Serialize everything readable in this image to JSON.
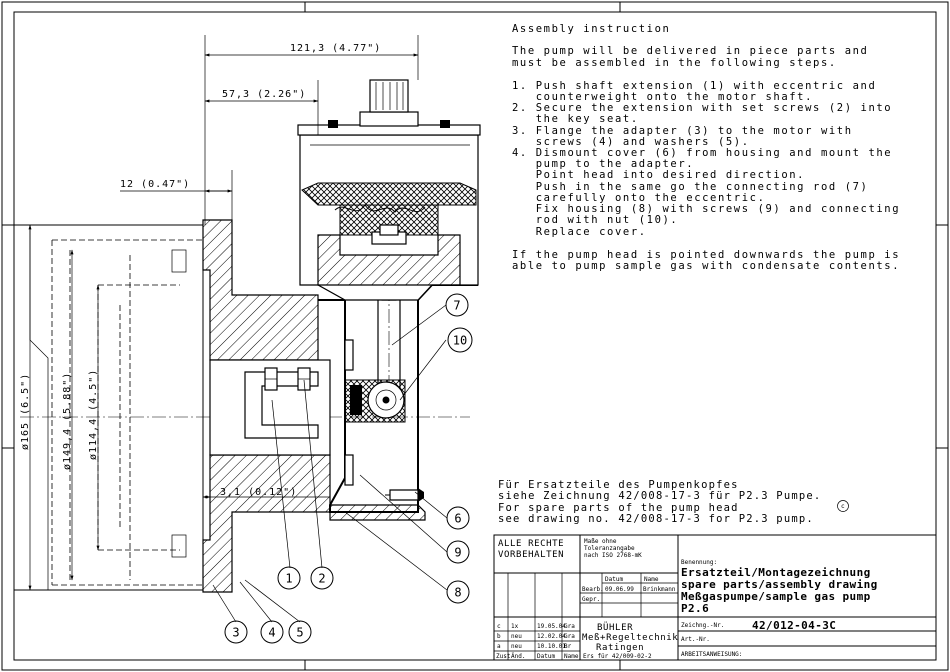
{
  "instructions": {
    "title": "Assembly instruction",
    "intro": [
      "The pump will be delivered in piece parts and",
      "must be assembled in the following steps."
    ],
    "steps": [
      "1. Push shaft extension (1) with eccentric and",
      "   counterweight onto the motor shaft.",
      "2. Secure the extension with set screws (2) into",
      "   the key seat.",
      "3. Flange the adapter (3) to the motor with",
      "   screws (4) and washers (5).",
      "4. Dismount cover (6) from housing and mount the",
      "   pump to the adapter.",
      "   Point head into desired direction.",
      "   Push in the same go the connecting rod (7)",
      "   carefully onto the eccentric.",
      "   Fix housing (8) with screws (9) and connecting",
      "   rod with nut (10).",
      "   Replace cover."
    ],
    "note": [
      "If the pump head is pointed downwards the pump is",
      "able to pump sample gas with condensate contents."
    ]
  },
  "spare_note": [
    "Für Ersatzteile des Pumpenkopfes",
    "siehe Zeichnung 42/008-17-3 für P2.3 Pumpe.",
    "For spare parts of the pump head",
    "see drawing no. 42/008-17-3 for P2.3 pump."
  ],
  "copyright_mark": "c",
  "dimensions": {
    "d1213": "121,3 (4.77\")",
    "d573": "57,3 (2.26\")",
    "d12": "12 (0.47\")",
    "d31": "3,1 (0.12\")",
    "d165": "ø165 (6.5\")",
    "d1494": "ø149,4 (5.88\")",
    "d1144": "ø114,4 (4.5\")"
  },
  "balloons": [
    "1",
    "2",
    "3",
    "4",
    "5",
    "6",
    "7",
    "8",
    "9",
    "10"
  ],
  "title_block": {
    "rights": [
      "ALLE RECHTE",
      "VORBEHALTEN"
    ],
    "tolerance": [
      "Maße ohne",
      "Toleranzangabe",
      "nach ISO 2768-mK"
    ],
    "col_datum": "Datum",
    "col_name": "Name",
    "bearb": "Bearb.",
    "bearb_date": "09.06.99",
    "bearb_name": "Brinkmann",
    "gepr": "Gepr.",
    "benennung_label": "Benennung:",
    "title_lines": [
      "Ersatzteil/Montagezeichnung",
      "spare parts/assembly drawing",
      "Meßgaspumpe/sample gas pump",
      "P2.6"
    ],
    "company": [
      "BÜHLER",
      "Meß+Regeltechnik",
      "Ratingen"
    ],
    "zeichnr_label": "Zeichng.-Nr.",
    "drawing_no": "42/012-04-3C",
    "artnr_label": "Art.-Nr.",
    "anweisung_label": "ARBEITSANWEISUNG:",
    "revisions": [
      {
        "z": "c",
        "nr": "1x",
        "date": "19.05.04",
        "name": "Gra"
      },
      {
        "z": "b",
        "nr": "neu",
        "date": "12.02.04",
        "name": "Gra"
      },
      {
        "z": "a",
        "nr": "neu",
        "date": "10.10.01",
        "name": "Br"
      }
    ],
    "rev_header": [
      "Zust",
      "Änd.",
      "Datum",
      "Name"
    ],
    "ersatz_fuer": "Ers für 42/009-02-2"
  }
}
